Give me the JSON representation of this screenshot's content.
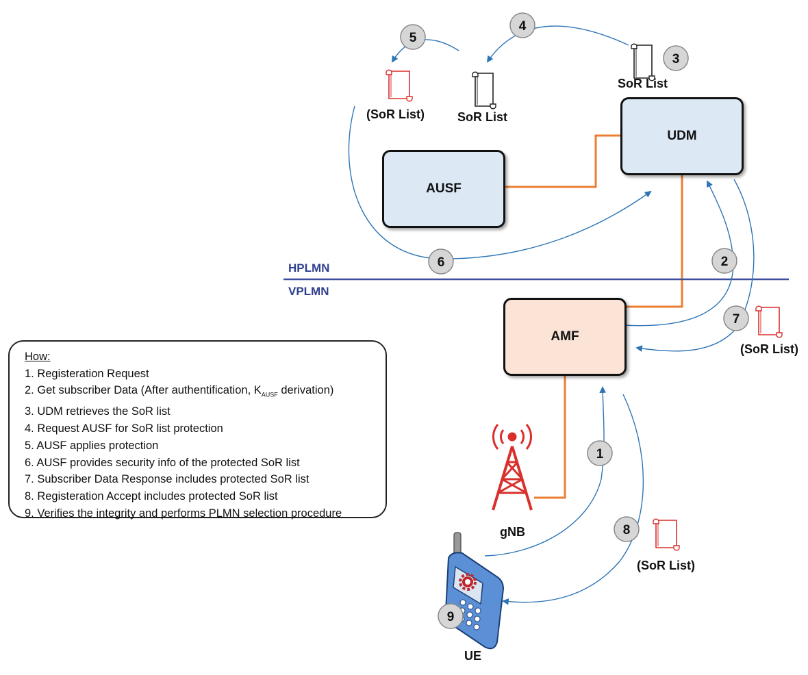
{
  "nodes": {
    "udm": "UDM",
    "ausf": "AUSF",
    "amf": "AMF",
    "gnb": "gNB",
    "ue": "UE"
  },
  "plmn": {
    "home": "HPLMN",
    "visited": "VPLMN"
  },
  "lists": {
    "sor_udm": "SoR List",
    "sor_ausf_in": "SoR List",
    "sor_ausf_out": "(SoR List)",
    "sor_amf": "(SoR List)",
    "sor_ue": "(SoR List)"
  },
  "steps": [
    "1",
    "2",
    "3",
    "4",
    "5",
    "6",
    "7",
    "8",
    "9"
  ],
  "how": {
    "title": "How:",
    "items": [
      "1. Registeration Request",
      "2. Get subscriber Data (After authentification, K",
      "3. UDM retrieves the SoR list",
      "4. Request AUSF for SoR list protection",
      "5. AUSF applies protection",
      "6. AUSF provides security info of the protected SoR list",
      "7. Subscriber Data Response includes protected SoR list",
      "8. Registeration Accept includes protected SoR list",
      "9. Verifies the integrity and performs PLMN selection procedure"
    ],
    "item2_sub": "AUSF",
    "item2_tail": " derivation)"
  },
  "colors": {
    "link": "#ed7d31",
    "arrow": "#2e75b6",
    "protected_scroll": "#d9302c",
    "plain_scroll": "#222222",
    "plmn_line": "#3f4e9c",
    "gear": "#c0272d"
  },
  "icons": [
    "scroll-icon",
    "protected-scroll-icon",
    "gear-icon",
    "antenna-tower-icon",
    "mobile-phone-icon"
  ]
}
